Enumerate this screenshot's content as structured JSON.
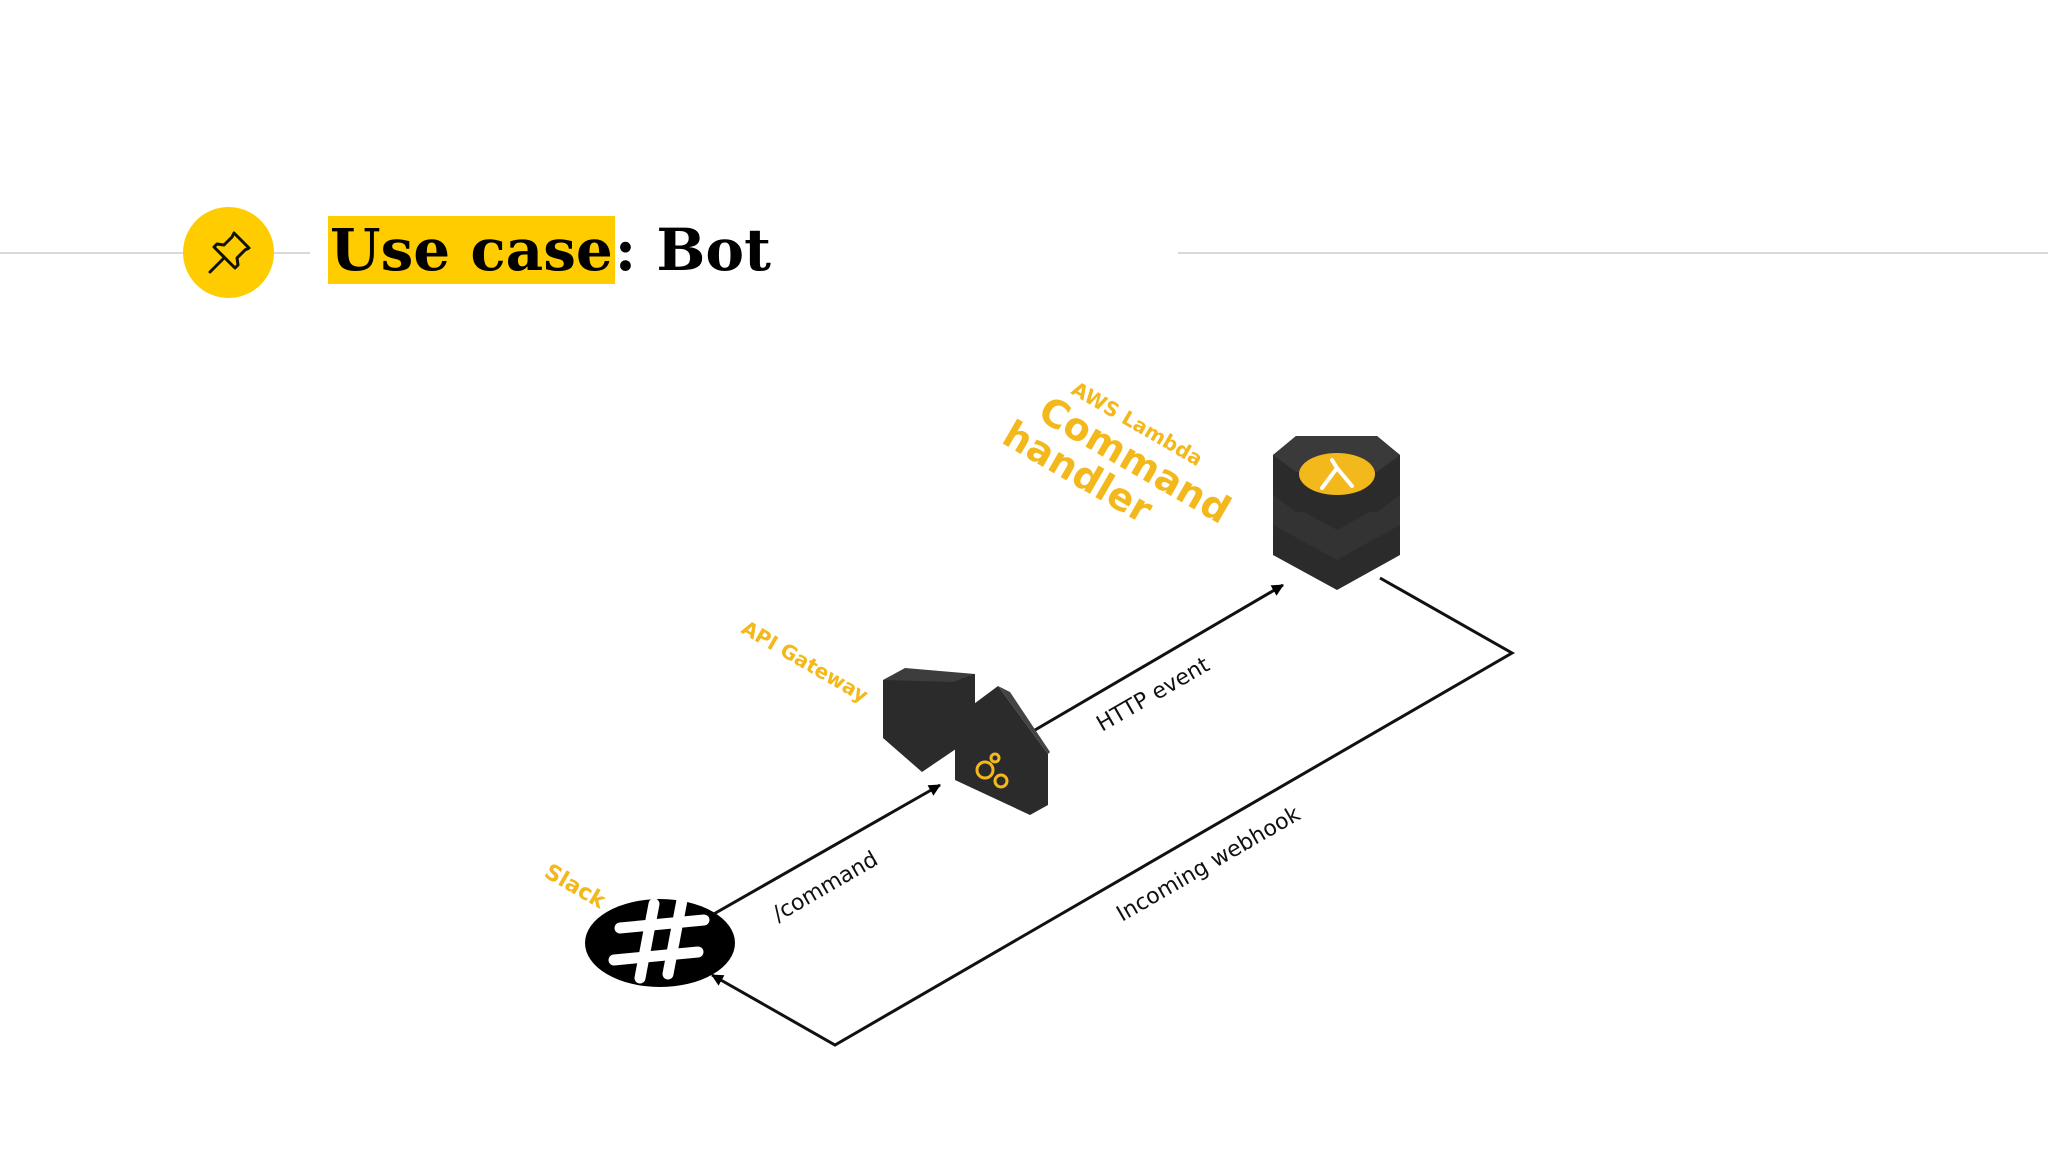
{
  "slide": {
    "title_highlight": "Use case",
    "title_rest": ": Bot"
  },
  "icons": {
    "pin": "pushpin-icon",
    "slack": "slack-hash-icon",
    "api_gateway": "api-gateway-icon",
    "lambda": "aws-lambda-icon"
  },
  "diagram": {
    "nodes": {
      "slack": {
        "label": "Slack"
      },
      "api_gateway": {
        "label": "API Gateway"
      },
      "lambda": {
        "label_small": "AWS Lambda",
        "label_big_1": "Command",
        "label_big_2": "handler"
      }
    },
    "edges": {
      "command": "/command",
      "http_event": "HTTP event",
      "webhook": "Incoming webhook"
    }
  },
  "colors": {
    "accent": "#ffcc00",
    "diagram_label": "#f3b81c",
    "node_dark": "#2b2b2b",
    "rule": "#d9d9d9"
  }
}
